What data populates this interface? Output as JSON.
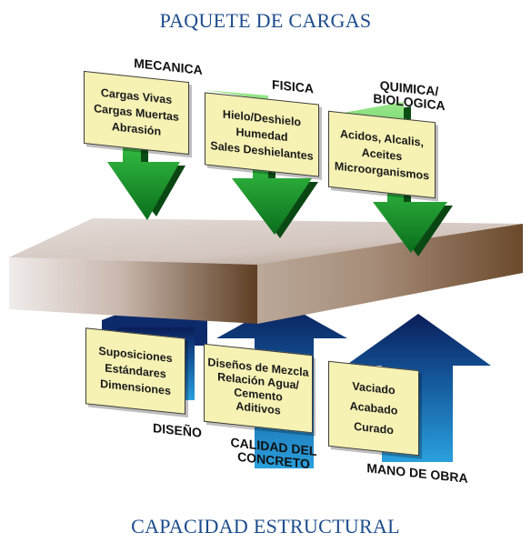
{
  "title_top": "PAQUETE DE CARGAS",
  "title_bottom": "CAPACIDAD ESTRUCTURAL",
  "loads": [
    {
      "label": "MECANICA",
      "items": [
        "Cargas Vivas",
        "Cargas Muertas",
        "Abrasión"
      ]
    },
    {
      "label": "FISICA",
      "items": [
        "Hielo/Deshielo",
        "Humedad",
        "Sales Deshielantes"
      ]
    },
    {
      "label": "QUIMICA/\nBIOLOGICA",
      "label_lines": [
        "QUIMICA/",
        "BIOLOGICA"
      ],
      "items": [
        "Acidos, Alcalis,",
        "Aceites",
        "Microorganismos"
      ]
    }
  ],
  "capacity": [
    {
      "label": "DISEÑO",
      "items": [
        "Suposiciones",
        "Estándares",
        "Dimensiones"
      ]
    },
    {
      "label_lines": [
        "CALIDAD DEL",
        "CONCRETO"
      ],
      "items": [
        "Diseños de Mezcla",
        "Relación Agua/",
        "Cemento",
        "Aditivos"
      ]
    },
    {
      "label": "MANO DE OBRA",
      "items": [
        "Vaciado",
        "Acabado",
        "Curado"
      ]
    }
  ],
  "colors": {
    "title": "#1d4c8c",
    "down_arrow_light": "#8fe07a",
    "down_arrow_dark": "#0d7a1f",
    "up_arrow_light": "#1f8fd0",
    "up_arrow_dark": "#0b1f5c",
    "slab_top": "#d9d0cb",
    "slab_front_left": "#e9e4e2",
    "slab_front_right": "#6b4a2d",
    "box_fill": "#f6f2b4"
  }
}
